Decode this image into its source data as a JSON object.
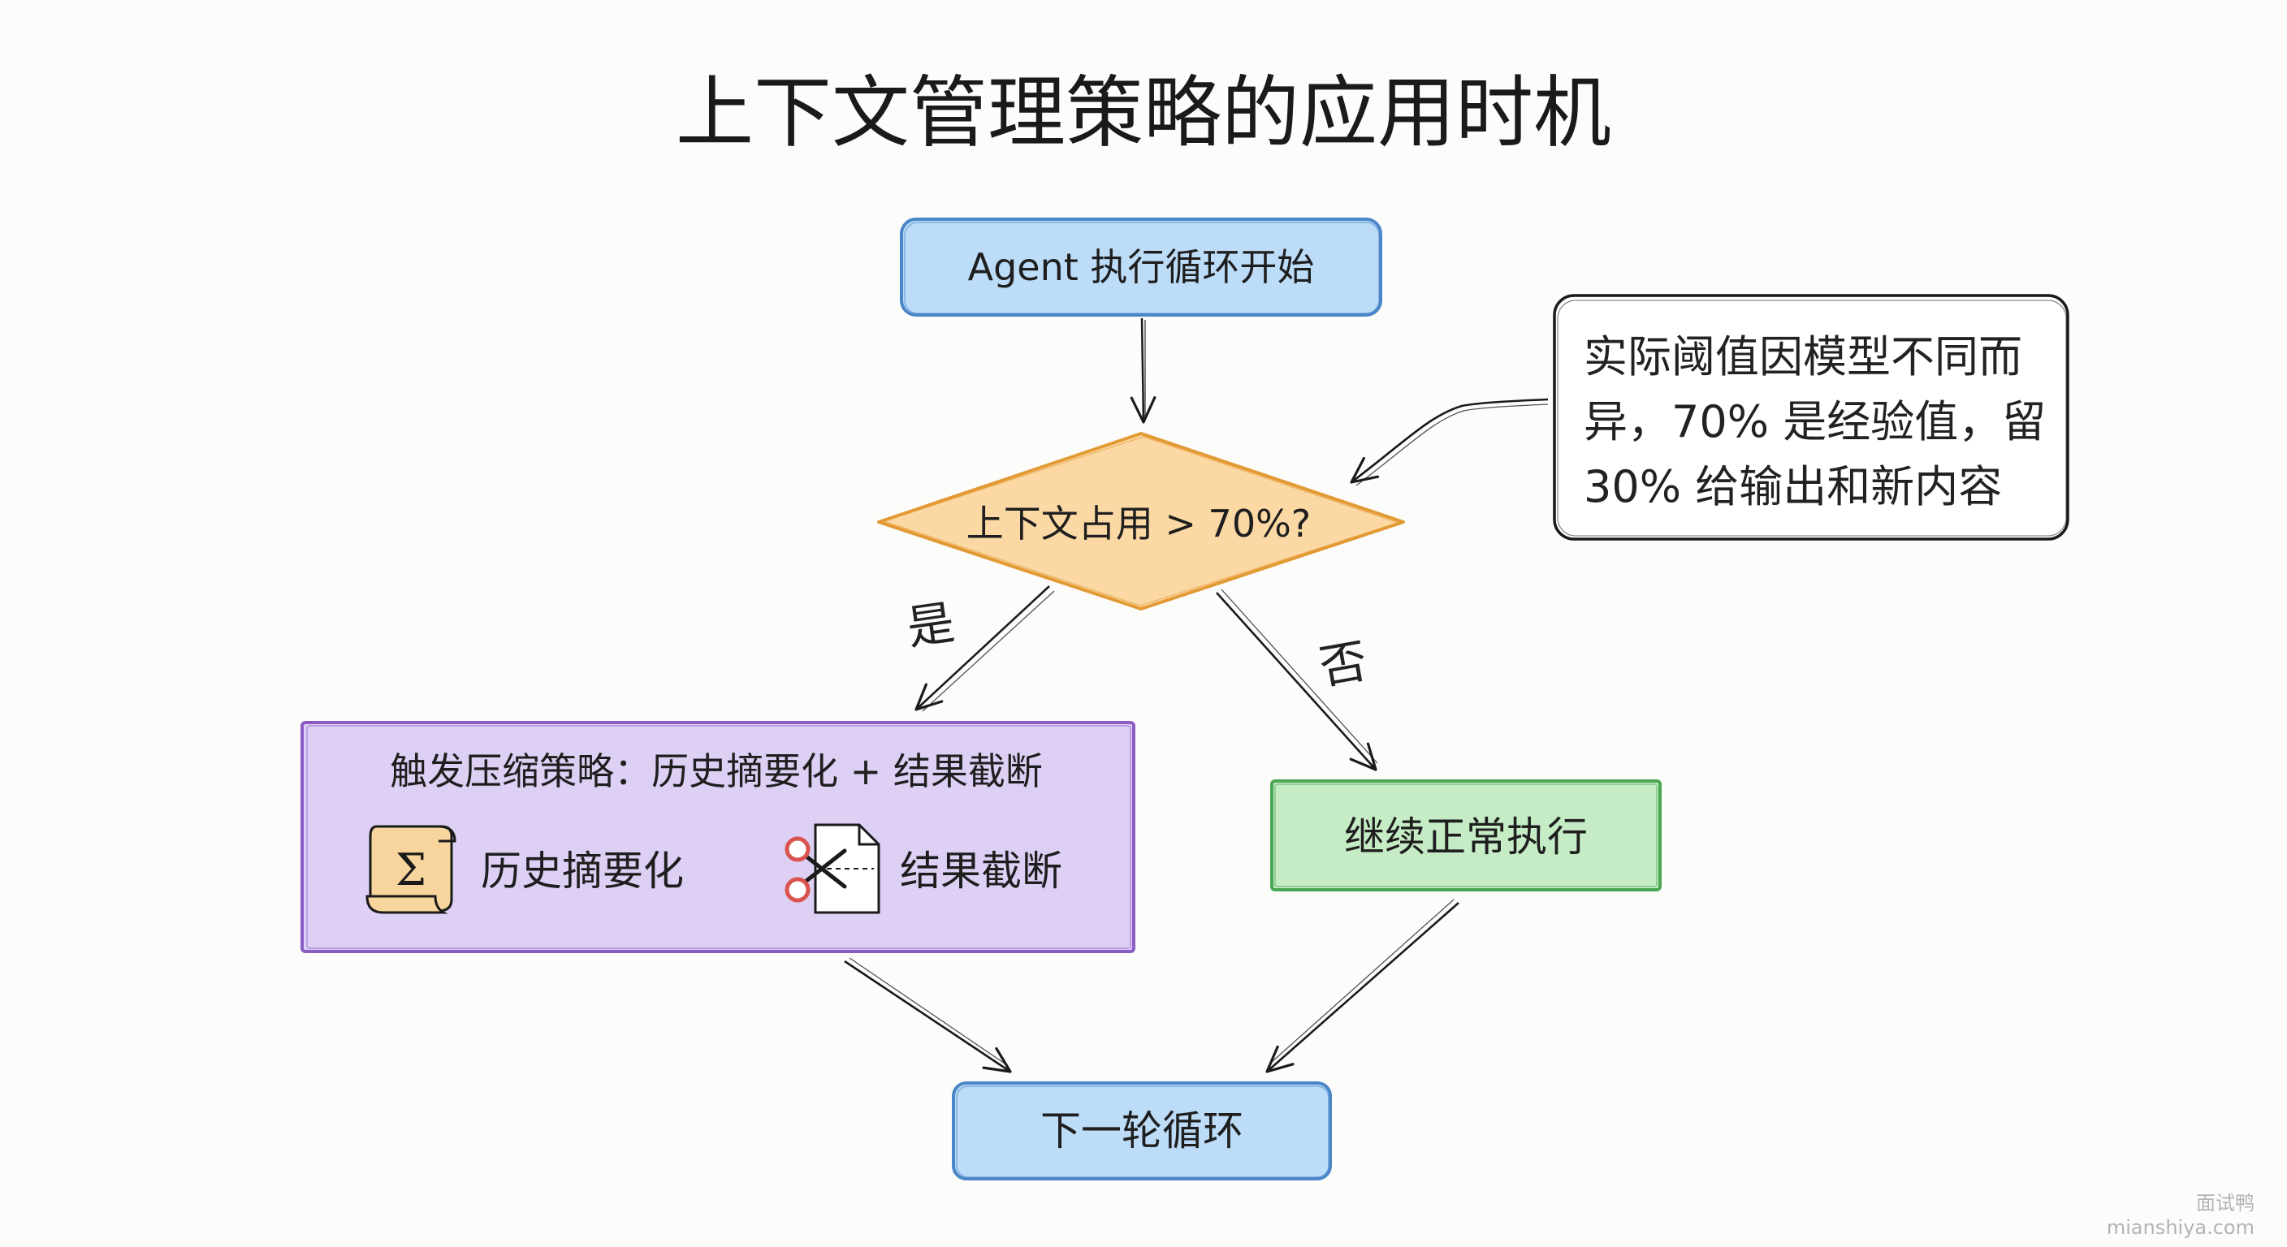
{
  "title": "上下文管理策略的应用时机",
  "nodes": {
    "start": "Agent 执行循环开始",
    "decision": "上下文占用 > 70%?",
    "compress": {
      "title": "触发压缩策略：历史摘要化 + 结果截断",
      "item1_label": "历史摘要化",
      "item1_icon_glyph": "Σ",
      "item2_label": "结果截断"
    },
    "continue": "继续正常执行",
    "next": "下一轮循环"
  },
  "edges": {
    "yes_label": "是",
    "no_label": "否"
  },
  "note": {
    "lines": [
      "实际阈值因模型不同而",
      "异，70% 是经验值，留",
      "30% 给输出和新内容"
    ]
  },
  "watermark": {
    "line1": "面试鸭",
    "line2": "mianshiya.com"
  },
  "colors": {
    "start_fill": "#bcdcf7",
    "start_stroke": "#4a86c8",
    "decision_fill": "#fcd9a4",
    "decision_stroke": "#e39a35",
    "compress_fill": "#ddd0f4",
    "compress_stroke": "#8a5cc4",
    "continue_fill": "#c6ecc6",
    "continue_stroke": "#4aa653",
    "next_fill": "#bcdcf7",
    "next_stroke": "#4a86c8",
    "note_fill": "#ffffff",
    "note_stroke": "#1a1a1a",
    "scroll_icon_fill": "#f7d59c",
    "scissors_handle": "#d9534f"
  }
}
